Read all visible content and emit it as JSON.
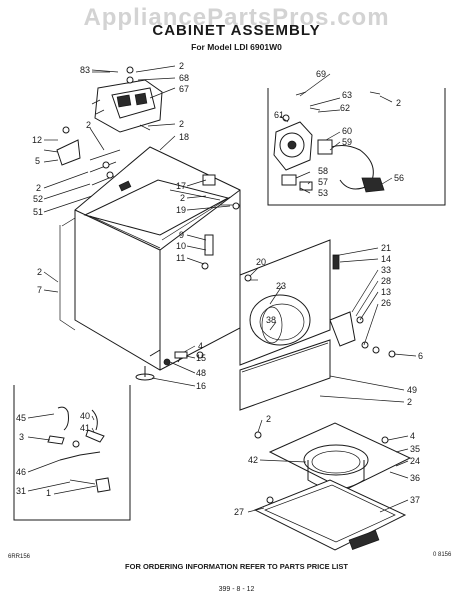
{
  "watermark": "AppliancePartsPros.com",
  "title": "CABINET ASSEMBLY",
  "subtitle": "For Model LDI 6901W0",
  "footer": "FOR ORDERING INFORMATION REFER TO PARTS PRICE LIST",
  "page_code": "399 - 8 - 12",
  "corner_left": "6RR156",
  "corner_right": "0 8156",
  "callouts": [
    "83",
    "2",
    "68",
    "67",
    "2",
    "18",
    "12",
    "2",
    "5",
    "2",
    "52",
    "51",
    "17",
    "2",
    "19",
    "9",
    "10",
    "11",
    "20",
    "2",
    "7",
    "69",
    "63",
    "2",
    "62",
    "61",
    "60",
    "59",
    "58",
    "57",
    "53",
    "56",
    "21",
    "14",
    "33",
    "28",
    "13",
    "26",
    "23",
    "38",
    "6",
    "4",
    "15",
    "48",
    "16",
    "49",
    "2",
    "2",
    "4",
    "35",
    "42",
    "24",
    "36",
    "37",
    "27",
    "45",
    "40",
    "41",
    "3",
    "46",
    "1",
    "31"
  ]
}
